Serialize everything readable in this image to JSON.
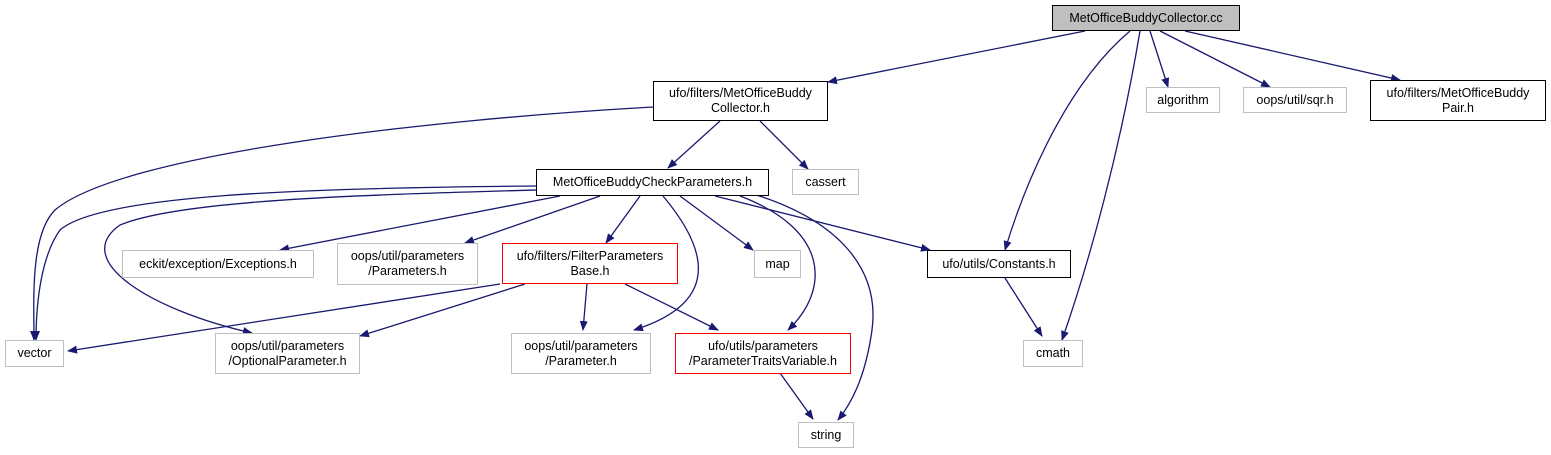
{
  "nodes": {
    "root": {
      "label": "MetOfficeBuddyCollector.cc"
    },
    "collector_h": {
      "label": "ufo/filters/MetOfficeBuddy\nCollector.h"
    },
    "algorithm": {
      "label": "algorithm"
    },
    "sqr": {
      "label": "oops/util/sqr.h"
    },
    "pair": {
      "label": "ufo/filters/MetOfficeBuddy\nPair.h"
    },
    "checkparams": {
      "label": "MetOfficeBuddyCheckParameters.h"
    },
    "cassert": {
      "label": "cassert"
    },
    "exceptions": {
      "label": "eckit/exception/Exceptions.h"
    },
    "parameters_h": {
      "label": "oops/util/parameters\n/Parameters.h"
    },
    "filterbase": {
      "label": "ufo/filters/FilterParameters\nBase.h"
    },
    "map": {
      "label": "map"
    },
    "constants": {
      "label": "ufo/utils/Constants.h"
    },
    "vector": {
      "label": "vector"
    },
    "optional": {
      "label": "oops/util/parameters\n/OptionalParameter.h"
    },
    "parameter": {
      "label": "oops/util/parameters\n/Parameter.h"
    },
    "traits": {
      "label": "ufo/utils/parameters\n/ParameterTraitsVariable.h"
    },
    "cmath": {
      "label": "cmath"
    },
    "string": {
      "label": "string"
    }
  },
  "colors": {
    "edge": "#191970",
    "root_fill": "#bfbfbf",
    "border_black": "#000000",
    "border_gray": "#bfbfbf",
    "border_red": "#ff0000"
  }
}
